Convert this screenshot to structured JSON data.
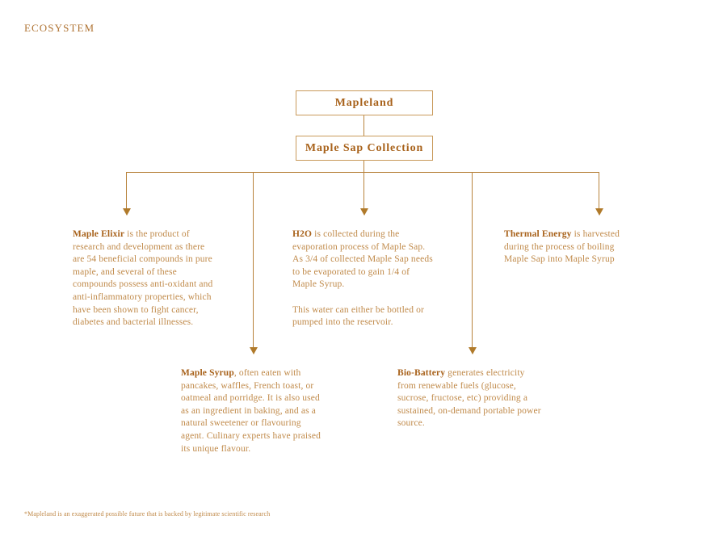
{
  "header": {
    "title": "ECOSYSTEM"
  },
  "colors": {
    "line": "#b8833c",
    "arrow": "#b07a2a",
    "box_border": "#c99a5b",
    "heading_text": "#a8621b",
    "body_text": "#c08a4a",
    "background": "#ffffff"
  },
  "nodes": {
    "root": {
      "label": "Mapleland"
    },
    "stage": {
      "label": "Maple Sap Collection"
    }
  },
  "branches": [
    {
      "id": "maple-elixir",
      "lead": "Maple Elixir",
      "body": " is the product of research and development as there are 54 beneficial compounds in pure maple, and several of these compounds possess anti-oxidant and anti-inflammatory properties, which have been shown to fight cancer, diabetes and bacterial illnesses."
    },
    {
      "id": "maple-syrup",
      "lead": "Maple Syrup",
      "body": ", often eaten with pancakes, waffles, French toast, or oatmeal and porridge. It is also used as an ingredient in baking, and as a natural sweetener or flavouring agent. Culinary experts have praised its unique flavour."
    },
    {
      "id": "h2o",
      "lead": "H2O",
      "body": " is collected during the evaporation process of Maple Sap. As 3/4 of collected Maple Sap needs to be evaporated to gain 1/4 of Maple Syrup.",
      "body2": "This water can either be bottled or pumped into the reservoir."
    },
    {
      "id": "bio-battery",
      "lead": "Bio-Battery",
      "body": " generates electricity from renewable fuels (glucose, sucrose, fructose, etc) providing a sustained, on-demand portable power source."
    },
    {
      "id": "thermal-energy",
      "lead": "Thermal Energy",
      "body": " is harvested during the process of boiling Maple Sap into Maple Syrup"
    }
  ],
  "footnote": {
    "text": "*Mapleland is an exaggerated possible future that is backed by legitimate scientific research"
  }
}
